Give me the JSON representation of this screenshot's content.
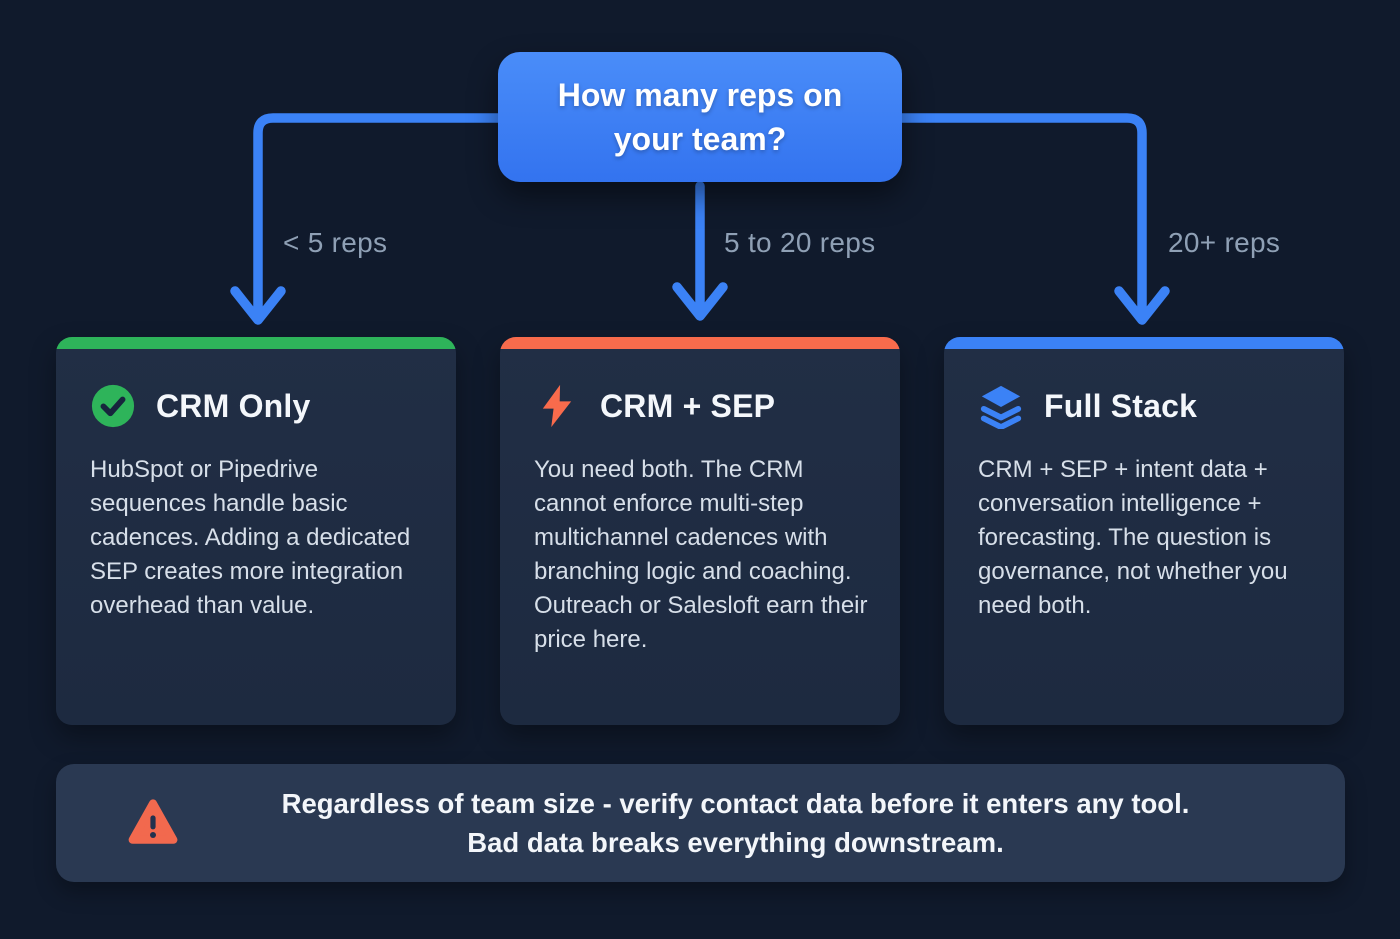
{
  "decision": {
    "question": "How many reps on your team?"
  },
  "branches": [
    {
      "label": "< 5 reps"
    },
    {
      "label": "5 to 20 reps"
    },
    {
      "label": "20+ reps"
    }
  ],
  "cards": [
    {
      "title": "CRM Only",
      "icon": "check-circle-icon",
      "accent": "#2eb45a",
      "body": "HubSpot or Pipedrive sequences handle basic cadences. Adding a dedicated SEP creates more integration overhead than value."
    },
    {
      "title": "CRM + SEP",
      "icon": "lightning-icon",
      "accent": "#f86b4c",
      "body": "You need both. The CRM cannot enforce multi-step multichannel cadences with branching logic and coaching. Outreach or Salesloft earn their price here."
    },
    {
      "title": "Full Stack",
      "icon": "layers-icon",
      "accent": "#3b82f6",
      "body": "CRM + SEP + intent data + conversation intelligence + forecasting. The question is governance, not whether you need both."
    }
  ],
  "warning": {
    "icon": "warning-triangle-icon",
    "line1": "Regardless of team size - verify contact data before it enters any tool.",
    "line2": "Bad data breaks everything downstream."
  },
  "colors": {
    "background": "#101a2c",
    "connector_blue": "#3b82f6",
    "decision_blue": "#3b82f6",
    "green": "#2eb45a",
    "coral": "#f86b4c",
    "card_bg": "#1f2c42",
    "banner_bg": "#2a3952",
    "label_gray": "#8fa0b5",
    "body_text": "#d7dfe9"
  }
}
